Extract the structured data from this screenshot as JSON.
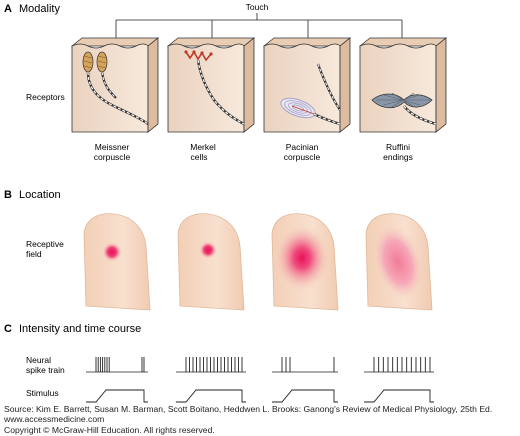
{
  "sections": {
    "a": {
      "letter": "A",
      "title": "Modality"
    },
    "b": {
      "letter": "B",
      "title": "Location"
    },
    "c": {
      "letter": "C",
      "title": "Intensity and time course"
    }
  },
  "modality_label": "Touch",
  "row_labels": {
    "receptors": "Receptors",
    "receptive_field": [
      "Receptive",
      "field"
    ],
    "spike_train": [
      "Neural",
      "spike train"
    ],
    "stimulus": "Stimulus"
  },
  "receptors": [
    {
      "name": [
        "Meissner",
        "corpuscle"
      ],
      "field": "small",
      "adaptation": "rapid"
    },
    {
      "name": [
        "Merkel",
        "cells"
      ],
      "field": "small",
      "adaptation": "slow"
    },
    {
      "name": [
        "Pacinian",
        "corpuscle"
      ],
      "field": "large",
      "adaptation": "rapid"
    },
    {
      "name": [
        "Ruffini",
        "endings"
      ],
      "field": "large",
      "adaptation": "slow"
    }
  ],
  "colors": {
    "receptor_stroke": "#333333",
    "tissue_fill": "#f3e3d3",
    "tissue_top": "#e9ccb4",
    "finger_fill": "#f6d9c3",
    "field_center": "#e8115a",
    "field_halo": "#f6a7b8",
    "meissner": "#d6a35c",
    "merkel": "#c0392b",
    "pacinian": "#a7a3c8",
    "ruffini": "#8a96a6"
  },
  "footer": {
    "source": "Source: Kim E. Barrett, Susan M. Barman, Scott Boitano, Heddwen L. Brooks: Ganong's Review of Medical Physiology, 25th Ed.",
    "site": "www.accessmedicine.com",
    "copyright": "Copyright © McGraw-Hill Education.  All rights reserved."
  }
}
